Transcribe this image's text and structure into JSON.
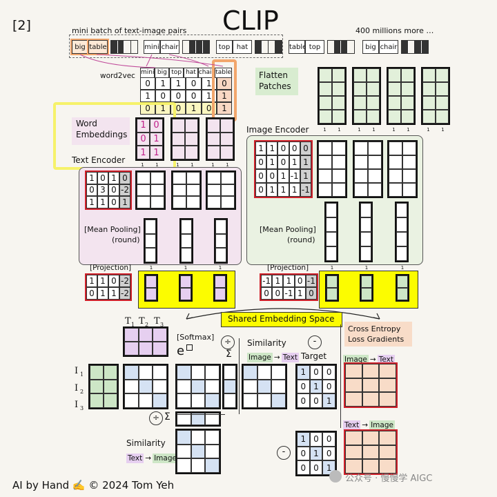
{
  "header": {
    "ref": "[2]",
    "title": "CLIP",
    "batch_label": "mini batch of text-image pairs",
    "more_label": "400 millions more …"
  },
  "pairs": [
    {
      "w1": "big",
      "w2": "table"
    },
    {
      "w1": "mini",
      "w2": "chair"
    },
    {
      "w1": "top",
      "w2": "hat"
    },
    {
      "w1": "table",
      "w2": "top"
    },
    {
      "w1": "big",
      "w2": "chair"
    }
  ],
  "word2vec": {
    "label": "word2vec",
    "headers": [
      "mini",
      "big",
      "top",
      "hat",
      "chair",
      "table"
    ],
    "rows": [
      [
        "0",
        "1",
        "1",
        "0",
        "1",
        "0"
      ],
      [
        "1",
        "0",
        "0",
        "0",
        "1",
        "1"
      ],
      [
        "0",
        "1",
        "0",
        "1",
        "0",
        "1"
      ]
    ]
  },
  "labels": {
    "word_embeddings_1": "Word",
    "word_embeddings_2": "Embeddings",
    "text_encoder": "Text Encoder",
    "flatten_1": "Flatten",
    "flatten_2": "Patches",
    "image_encoder": "Image Encoder",
    "mean_pooling_1": "[Mean Pooling]",
    "mean_pooling_2": "(round)",
    "projection": "[Projection]",
    "shared": "Shared Embedding Space",
    "cross_1": "Cross Entropy",
    "cross_2": "Loss Gradients",
    "softmax": "[Softmax]",
    "exp": "e",
    "similarity": "Similarity",
    "target": "Target",
    "image": "Image",
    "text": "Text",
    "arrow": "→",
    "div_sum": "÷",
    "sigma": "Σ",
    "minus": "-",
    "one": "1"
  },
  "word_emb": {
    "c1": [
      "1",
      "0",
      "1"
    ],
    "c2": [
      "0",
      "1",
      "1"
    ]
  },
  "text_w": [
    [
      "1",
      "0",
      "1",
      "0"
    ],
    [
      "0",
      "3",
      "0",
      "-2"
    ],
    [
      "1",
      "1",
      "0",
      "1"
    ]
  ],
  "image_w": [
    [
      "1",
      "1",
      "0",
      "0",
      "0"
    ],
    [
      "0",
      "1",
      "0",
      "1",
      "1"
    ],
    [
      "0",
      "0",
      "1",
      "-1",
      "1"
    ],
    [
      "0",
      "1",
      "1",
      "1",
      "-1"
    ]
  ],
  "text_proj": [
    [
      "1",
      "1",
      "0",
      "-2"
    ],
    [
      "0",
      "1",
      "1",
      "-2"
    ]
  ],
  "image_proj": [
    [
      "-1",
      "1",
      "1",
      "0",
      "-1"
    ],
    [
      "0",
      "0",
      "-1",
      "1",
      "0"
    ]
  ],
  "t_labels": [
    "T",
    "T",
    "T"
  ],
  "t_subs": [
    "1",
    "2",
    "3"
  ],
  "i_labels": [
    "I",
    "I",
    "I"
  ],
  "i_subs": [
    "1",
    "2",
    "3"
  ],
  "target": [
    [
      "1",
      "0",
      "0"
    ],
    [
      "0",
      "1",
      "0"
    ],
    [
      "0",
      "0",
      "1"
    ]
  ],
  "footer": {
    "credit": "AI by Hand ✍️  ©  2024 Tom Yeh",
    "watermark": "公众号 · 慢慢学 AIGC"
  },
  "colors": {
    "text_panel": "#f3e4ef",
    "image_panel": "#eaf2e2",
    "yellow": "#fcfc00",
    "purple": "#e6cff0",
    "green": "#cde6c6",
    "blue": "#d5e2f3",
    "peach": "#f8dcc8",
    "red": "#d0202a"
  }
}
